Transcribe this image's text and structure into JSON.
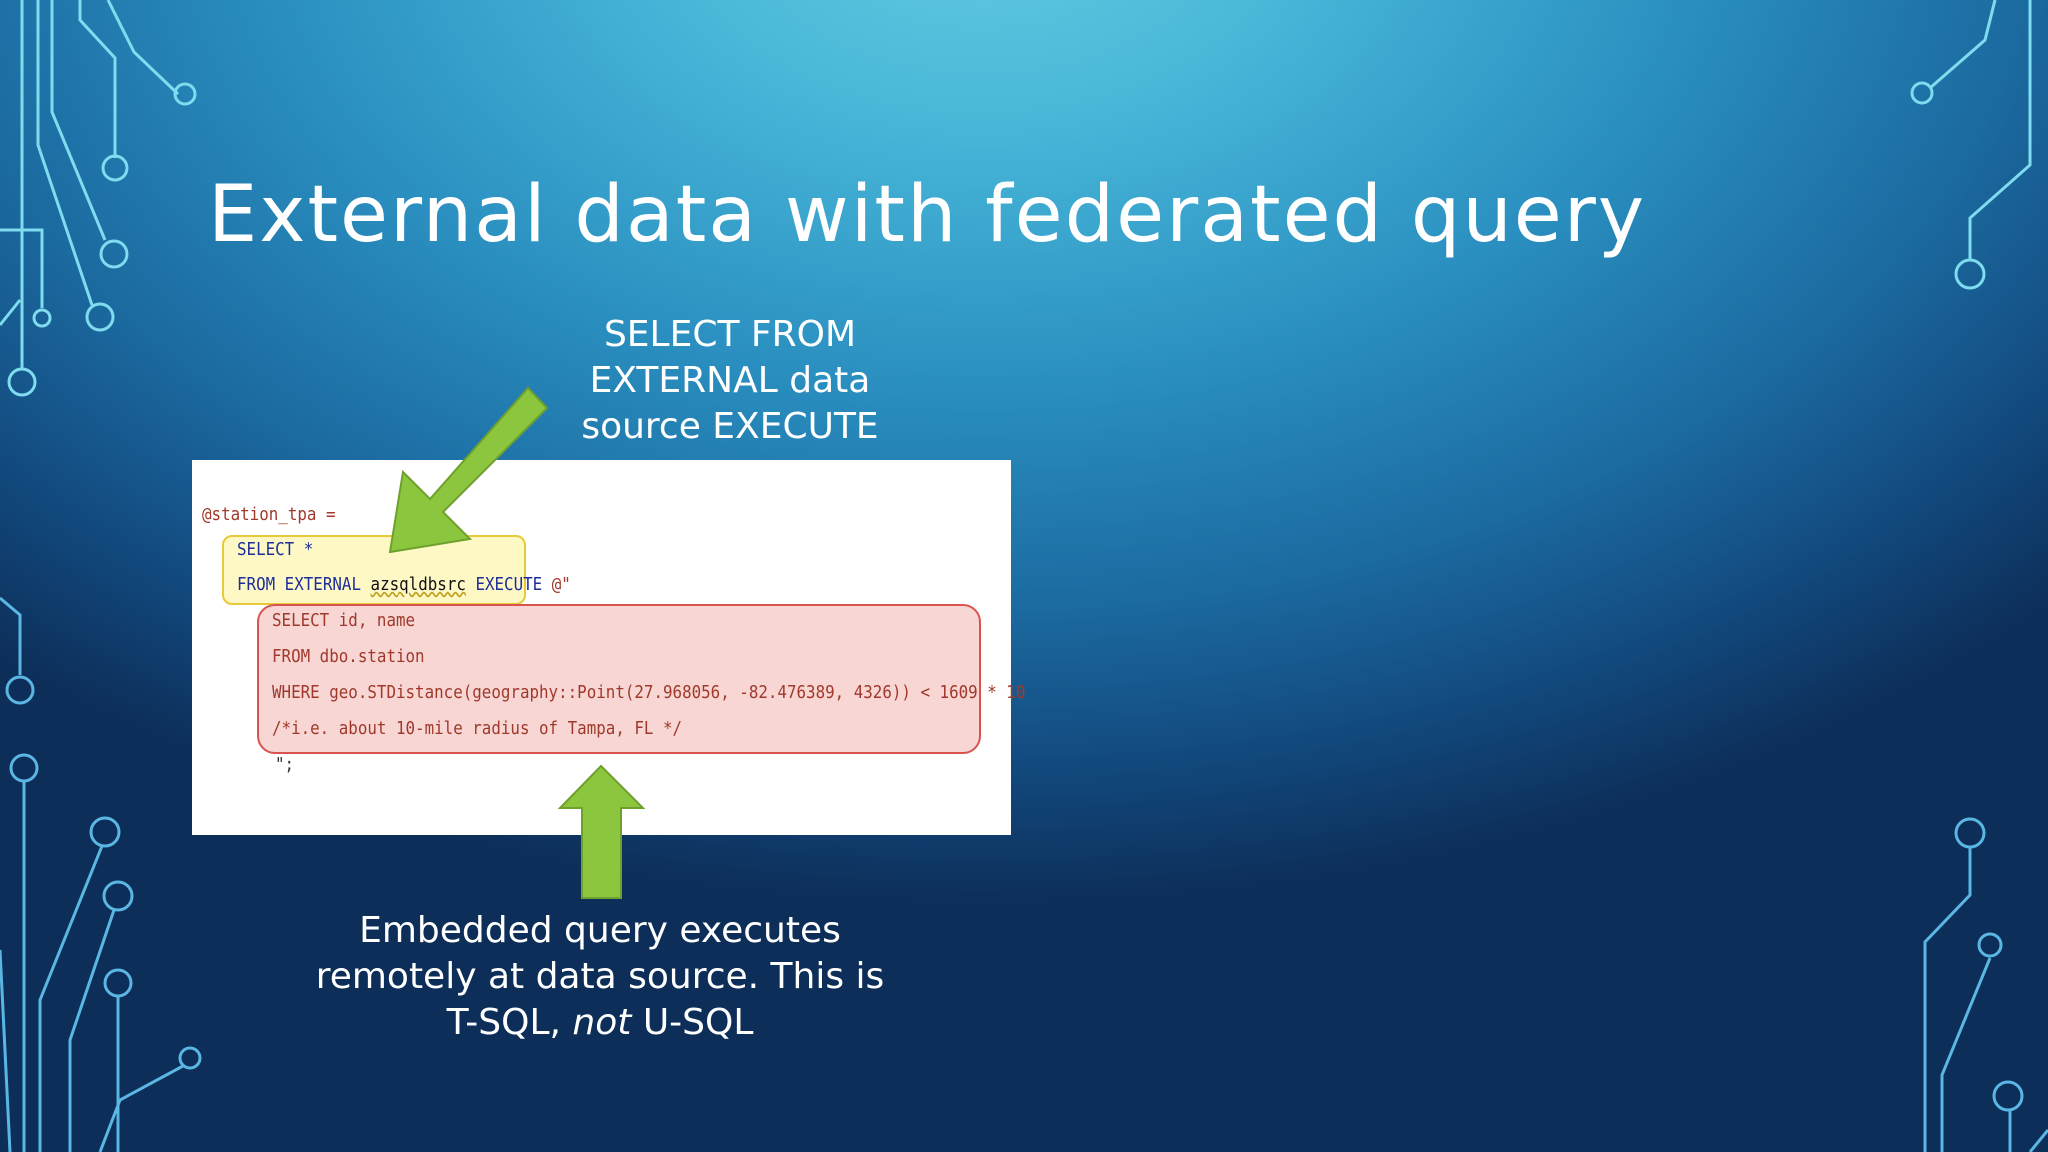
{
  "slide": {
    "title": "External data with federated query",
    "callout_top": [
      "SELECT FROM",
      "EXTERNAL data",
      "source EXECUTE"
    ],
    "callout_bottom": {
      "line1": "Embedded query executes",
      "line2": "remotely at data source. This is",
      "line3_pre": "T-SQL, ",
      "line3_em": "not",
      "line3_post": " U-SQL"
    }
  },
  "code": {
    "line1": "@station_tpa =",
    "line2": "SELECT *",
    "line3_kw": "FROM EXTERNAL",
    "line3_src": "azsqldbsrc",
    "line3_exec": "EXECUTE",
    "line3_tail": "@\"",
    "embedded": [
      "SELECT id, name",
      "FROM dbo.station",
      "WHERE geo.STDistance(geography::Point(27.968056, -82.476389, 4326)) < 1609 * 10",
      "/*i.e. about 10-mile radius of Tampa, FL */"
    ],
    "closing": "\";"
  },
  "colors": {
    "keyword": "#1f2f9a",
    "string": "#a0392b",
    "highlight_yellow_fill": "#fdf8c4",
    "highlight_yellow_border": "#e8c93a",
    "highlight_red_fill": "#f7d6d4",
    "highlight_red_border": "#d9534f",
    "arrow_fill": "#8cc63f",
    "arrow_border": "#6ea12c"
  }
}
